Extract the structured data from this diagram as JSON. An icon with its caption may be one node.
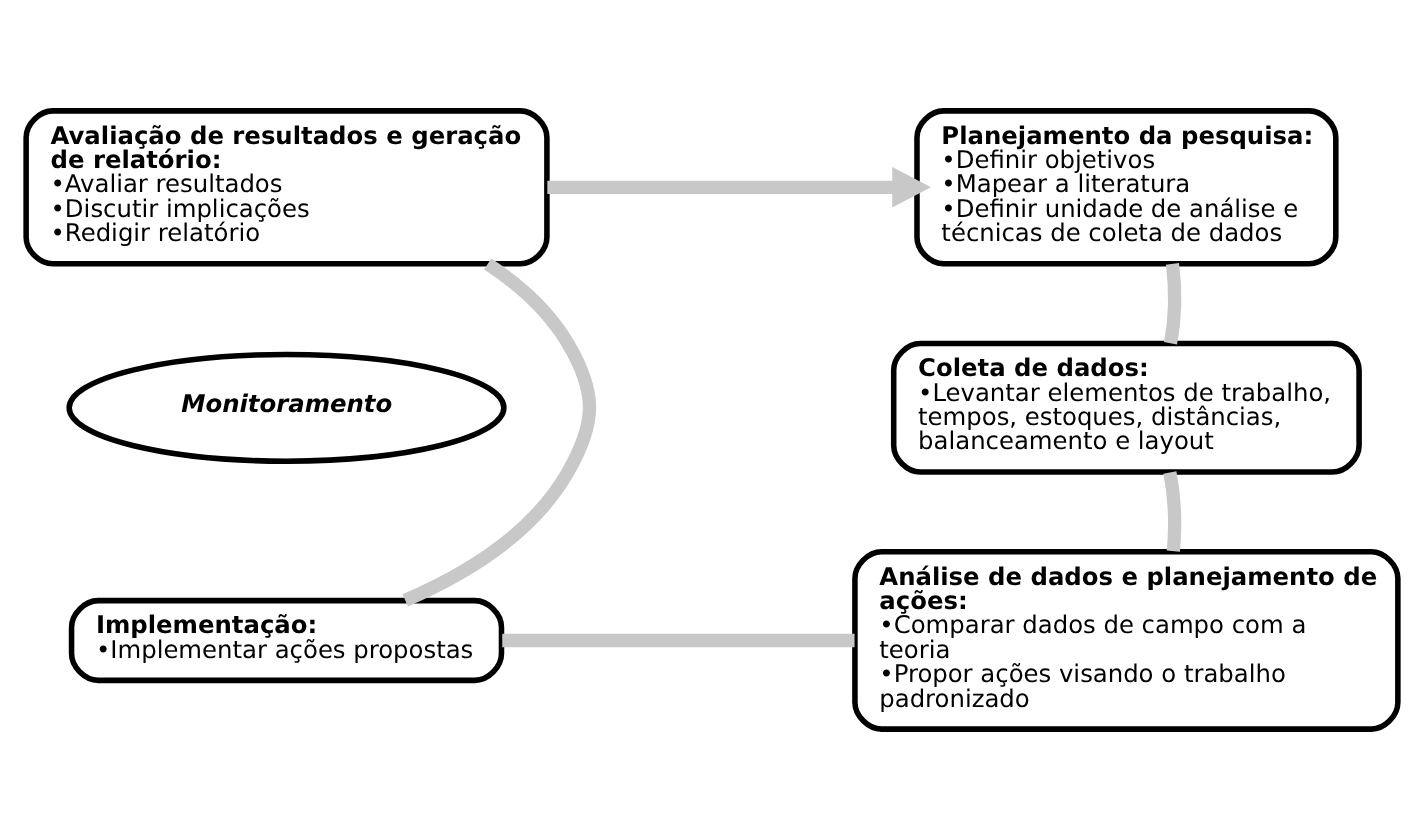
{
  "diagram": {
    "nodes": [
      {
        "text": [
          "Planejamento da pesquisa:",
          "•Definir objetivos",
          "•Mapear a literatura",
          "•Definir unidade de análise e técnicas de coleta de dados"
        ]
      },
      {
        "text": [
          "Avaliação de resultados e geração de relatório:",
          "•Avaliar resultados",
          "•Discutir implicações",
          "•Redigir relatório"
        ]
      },
      {
        "text": [
          "Coleta de dados:",
          "•Levantar elementos de trabalho, tempos, estoques, distâncias, balanceamento e layout"
        ]
      },
      {
        "text": [
          "Monitoramento"
        ]
      },
      {
        "text": [
          "Análise de dados e planejamento de ações:",
          "•Comparar dados de campo com a teoria",
          "•Propor ações visando o trabalho padronizado"
        ]
      },
      {
        "text": [
          "Implementação:",
          "•Implementar ações propostas"
        ]
      }
    ],
    "edges": [
      {
        "from": 0,
        "to": 2,
        "arrow": "none"
      },
      {
        "from": 2,
        "to": 4,
        "arrow": "none"
      },
      {
        "from": 4,
        "to": 5,
        "arrow": "none"
      },
      {
        "from": 5,
        "to": 1,
        "arrow": "none"
      },
      {
        "from": 1,
        "to": 0,
        "arrow": "to"
      }
    ]
  }
}
